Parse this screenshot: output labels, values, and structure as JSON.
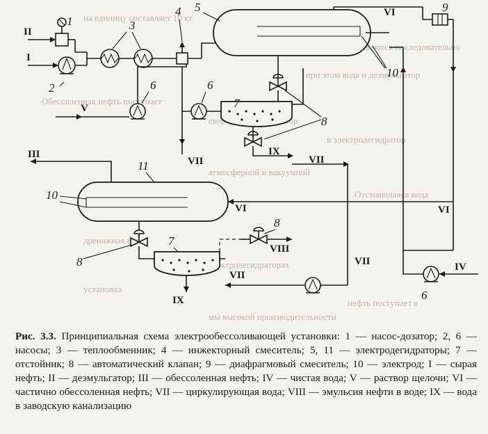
{
  "figure": {
    "number": "Рис. 3.3.",
    "caption": "Принципиальная схема электрообессоливающей установки: 1 — насос-дозатор; 2, 6 — насосы; 3 — теплообменник; 4 — инжекторный смеситель; 5, 11 — электродегидраторы; 7 — отстойник; 8 — автоматический клапан; 9 — диафрагмовый смеситель; 10 — электрод; I — сырая нефть; II — деэмульгатор; III — обессоленная нефть; IV — чистая вода; V — раствор щелочи; VI — частично обессоленная нефть; VII — циркулирующая вода; VIII — эмульсия нефти в воде; IX — вода в заводскую канализацию"
  },
  "components": {
    "c1": "1",
    "c2": "2",
    "c3": "3",
    "c4": "4",
    "c5": "5",
    "c6": "6",
    "c7": "7",
    "c8": "8",
    "c9": "9",
    "c10": "10",
    "c11": "11"
  },
  "streams": {
    "s1": "I",
    "s2": "II",
    "s3": "III",
    "s4": "IV",
    "s5": "V",
    "s6": "VI",
    "s7": "VII",
    "s8": "VIII",
    "s9": "IX"
  },
  "background_text": {
    "l1": "на единицу составляет 10 кт",
    "l2": "устанавливаются последовательно",
    "l3": "при этом вода и деэмульгатор",
    "l4": "Обессоленная нефть поступает",
    "l5": "сверху через коллектор",
    "l6": "в электродегидратор",
    "l7": "атмосферной и вакуумной",
    "l8": "Отстоявшаяся вода",
    "l9": "дренажная вода",
    "l10": "электродегидраторах",
    "l11": "установка",
    "l12": "нефть поступает в",
    "l13": "мы высокой производительности"
  },
  "colors": {
    "ink": "#1a1a1a",
    "paper": "#f4f2ec",
    "ghost": "#b9b6ad"
  }
}
